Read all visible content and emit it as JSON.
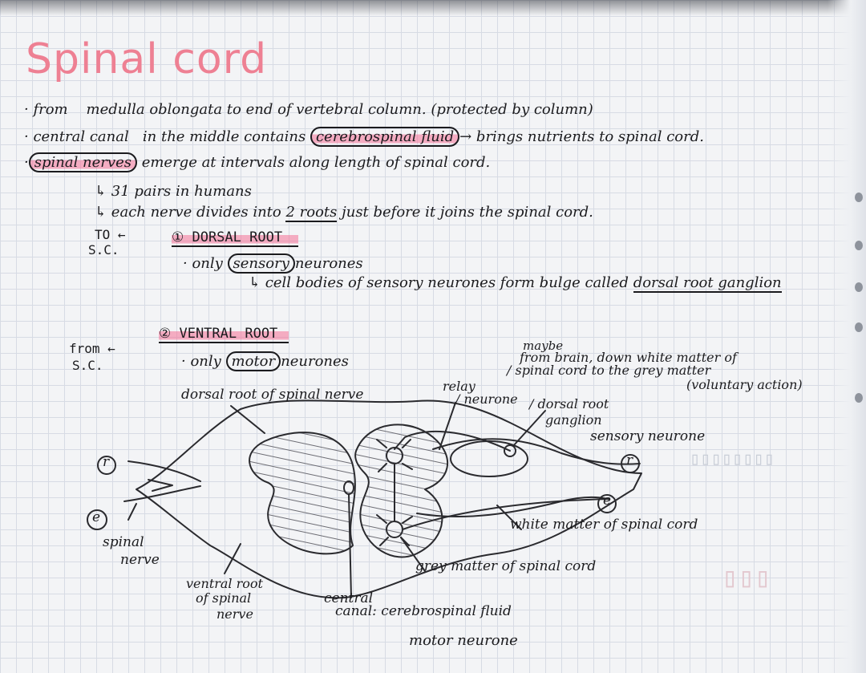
{
  "title": "Spinal cord",
  "notes": {
    "l1_a": "· from",
    "l1_b": "medulla oblongata to end of vertebral column.",
    "l1_c": "(protected by column)",
    "l2_a": "· central canal",
    "l2_b": "in the middle contains",
    "l2_csf": "cerebrospinal fluid",
    "l2_d": "→ brings nutrients to spinal cord.",
    "l3_a": "·",
    "l3_nerves": "spinal nerves",
    "l3_b": "emerge at intervals along length of spinal cord.",
    "l4": "↳ 31 pairs in humans",
    "l5_a": "↳ each nerve divides into",
    "l5_roots": "2 roots",
    "l5_b": "just before it joins the spinal cord."
  },
  "dorsal": {
    "to_label": "TO ←",
    "to_sc": "S.C.",
    "heading": "① DORSAL ROOT",
    "only": "· only",
    "sensory": "sensory",
    "neurones": "neurones",
    "cell_a": "↳ cell bodies of sensory neurones form bulge called",
    "ganglion": "dorsal root ganglion"
  },
  "ventral": {
    "from_label": "from ←",
    "from_sc": "S.C.",
    "heading": "② VENTRAL ROOT",
    "only": "· only",
    "motor": "motor",
    "neurones": "neurones"
  },
  "diagram": {
    "maybe": "maybe",
    "from_brain": "from brain, down white matter of",
    "spinal_to": "/ spinal cord to the grey matter",
    "voluntary": "(voluntary action)",
    "relay": "relay",
    "relay_neurone": "/ neurone",
    "dorsal_root_spinal_nerve": "dorsal root of spinal nerve",
    "dorsal_root_ganglion_a": "/ dorsal root",
    "dorsal_root_ganglion_b": "ganglion",
    "sensory_neurone": "sensory neurone",
    "marker_r_left": "r",
    "marker_e_left": "e",
    "marker_r_right": "r",
    "marker_e_right": "e",
    "spinal_nerve_a": "spinal",
    "spinal_nerve_b": "nerve",
    "white_matter": "white matter of spinal cord",
    "grey_matter": "grey matter of spinal cord",
    "ventral_root_a": "ventral root",
    "ventral_root_b": "of spinal",
    "ventral_root_c": "nerve",
    "central_a": "central",
    "central_b": "canal: cerebrospinal fluid",
    "motor_neurone": "motor neurone"
  }
}
